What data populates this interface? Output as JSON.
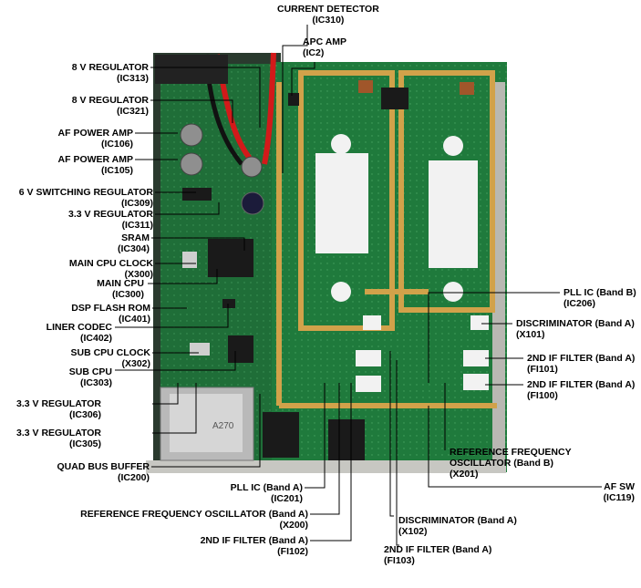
{
  "labels": [
    {
      "id": "current-detector",
      "name": "CURRENT DETECTOR",
      "ref": "(IC310)"
    },
    {
      "id": "apc-amp",
      "name": "APC AMP",
      "ref": "(IC2)"
    },
    {
      "id": "reg-8v-313",
      "name": "8 V REGULATOR",
      "ref": "(IC313)"
    },
    {
      "id": "reg-8v-321",
      "name": "8 V REGULATOR",
      "ref": "(IC321)"
    },
    {
      "id": "af-amp-106",
      "name": "AF POWER AMP",
      "ref": "(IC106)"
    },
    {
      "id": "af-amp-105",
      "name": "AF POWER AMP",
      "ref": "(IC105)"
    },
    {
      "id": "reg-6v-309",
      "name": "6 V SWITCHING REGULATOR",
      "ref": "(IC309)"
    },
    {
      "id": "reg-33-311",
      "name": "3.3 V REGULATOR",
      "ref": "(IC311)"
    },
    {
      "id": "sram",
      "name": "SRAM",
      "ref": "(IC304)"
    },
    {
      "id": "main-cpu-clock",
      "name": "MAIN CPU CLOCK",
      "ref": "(X300)"
    },
    {
      "id": "main-cpu",
      "name": "MAIN CPU",
      "ref": "(IC300)"
    },
    {
      "id": "dsp-flash",
      "name": "DSP FLASH ROM",
      "ref": "(IC401)"
    },
    {
      "id": "liner-codec",
      "name": "LINER CODEC",
      "ref": "(IC402)"
    },
    {
      "id": "sub-cpu-clock",
      "name": "SUB CPU CLOCK",
      "ref": "(X302)"
    },
    {
      "id": "sub-cpu",
      "name": "SUB CPU",
      "ref": "(IC303)"
    },
    {
      "id": "reg-33-306",
      "name": "3.3 V REGULATOR",
      "ref": "(IC306)"
    },
    {
      "id": "reg-33-305",
      "name": "3.3 V REGULATOR",
      "ref": "(IC305)"
    },
    {
      "id": "quad-bus",
      "name": "QUAD BUS BUFFER",
      "ref": "(IC200)"
    },
    {
      "id": "pll-a",
      "name": "PLL IC (Band A)",
      "ref": "(IC201)"
    },
    {
      "id": "ref-osc-a",
      "name": "REFERENCE FREQUENCY OSCILLATOR (Band A)",
      "ref": "(X200)"
    },
    {
      "id": "if2-a-102",
      "name": "2ND IF FILTER (Band A)",
      "ref": "(FI102)"
    },
    {
      "id": "if2-a-103",
      "name": "2ND IF FILTER (Band A)",
      "ref": "(FI103)"
    },
    {
      "id": "disc-a-102",
      "name": "DISCRIMINATOR (Band A)",
      "ref": "(X102)"
    },
    {
      "id": "pll-b",
      "name": "PLL IC (Band B)",
      "ref": "(IC206)"
    },
    {
      "id": "disc-a-101",
      "name": "DISCRIMINATOR (Band A)",
      "ref": "(X101)"
    },
    {
      "id": "if2-a-101",
      "name": "2ND IF FILTER (Band A)",
      "ref": "(FI101)"
    },
    {
      "id": "if2-a-100",
      "name": "2ND IF FILTER (Band A)",
      "ref": "(FI100)"
    },
    {
      "id": "ref-osc-b",
      "name": "REFERENCE FREQUENCY OSCILLATOR (Band B)",
      "ref": "(X201)"
    },
    {
      "id": "af-sw",
      "name": "AF SW",
      "ref": "(IC119)"
    }
  ],
  "board_silkscreen": "A270",
  "colors": {
    "pcb": "#1f7a3c",
    "pcb_dark": "#14562a",
    "trace": "#c99a3a",
    "chip": "#1a1a1a",
    "pad": "#d9d9d9",
    "white_block": "#f2f2f2",
    "wire_red": "#d21a1a",
    "wire_black": "#111111"
  }
}
